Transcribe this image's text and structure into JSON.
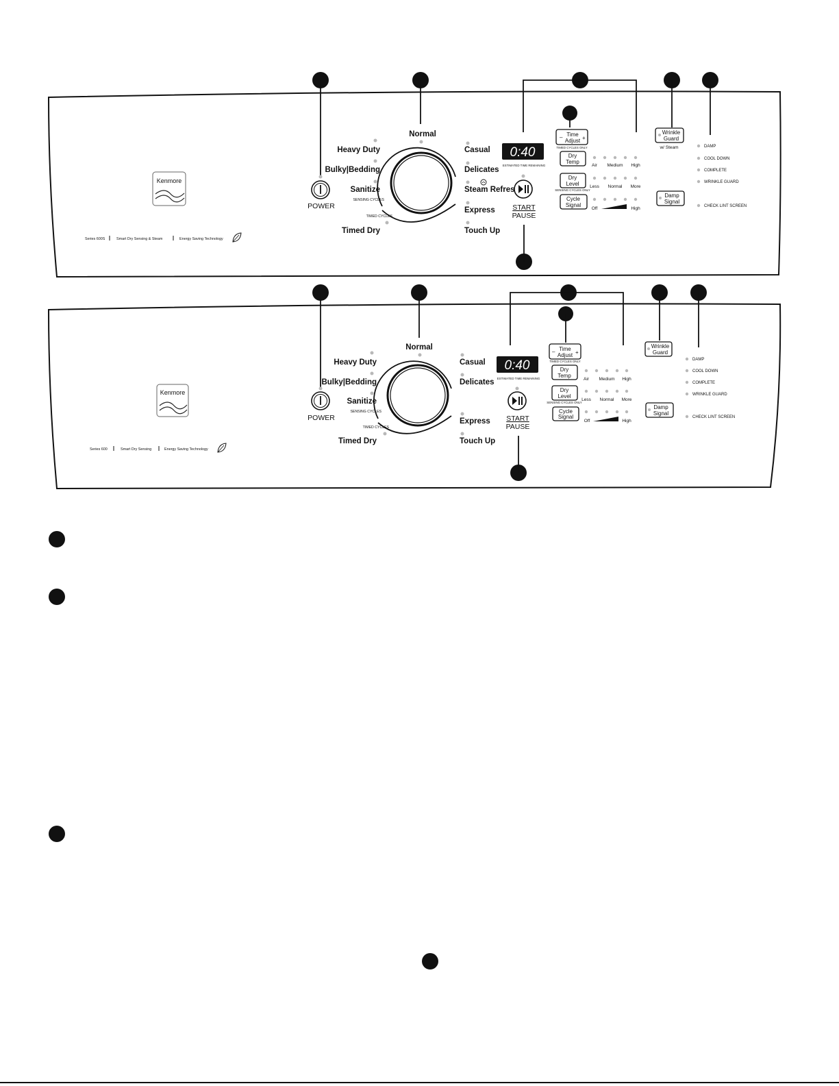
{
  "brand": {
    "logo_text": "Kenmore"
  },
  "power": {
    "label": "POWER"
  },
  "start_pause": {
    "line1": "START",
    "line2": "PAUSE"
  },
  "display": {
    "time": "0:40",
    "caption": "ESTIMATED TIME REMAINING"
  },
  "cycles": {
    "normal": "Normal",
    "heavy_duty": "Heavy Duty",
    "bulky_bedding": "Bulky|Bedding",
    "sanitize": "Sanitize",
    "sensing_cycles": "SENSING CYCLES",
    "timed_cycles": "TIMED CYCLES",
    "timed_dry": "Timed Dry",
    "casual": "Casual",
    "delicates": "Delicates",
    "steam_refresh": "Steam Refresh",
    "express": "Express",
    "touch_up": "Touch Up"
  },
  "options": {
    "time_adjust": {
      "line1": "Time",
      "line2": "Adjust",
      "minus": "–",
      "plus": "+",
      "note": "TIMED CYCLES ONLY"
    },
    "dry_temp": {
      "line1": "Dry",
      "line2": "Temp",
      "levels": [
        "Air",
        "Medium",
        "High"
      ]
    },
    "dry_level": {
      "line1": "Dry",
      "line2": "Level",
      "note": "SENSING CYCLES ONLY",
      "levels": [
        "Less",
        "Normal",
        "More"
      ]
    },
    "cycle_signal": {
      "line1": "Cycle",
      "line2": "Signal",
      "levels": [
        "Off",
        "High"
      ]
    },
    "wrinkle_guard": {
      "line1": "Wrinkle",
      "line2": "Guard",
      "steam_note": "w/ Steam"
    },
    "damp_signal": {
      "line1": "Damp",
      "line2": "Signal"
    }
  },
  "status": {
    "items": [
      "DAMP",
      "COOL DOWN",
      "COMPLETE",
      "WRINKLE GUARD"
    ],
    "lint": "CHECK LINT SCREEN"
  },
  "panels": {
    "top": {
      "series": "Series 600S",
      "feature": "Smart Dry Sensing & Steam",
      "energy": "Energy Saving Technology"
    },
    "bottom": {
      "series": "Series 600",
      "feature": "Smart Dry Sensing",
      "energy": "Energy Saving Technology"
    }
  }
}
